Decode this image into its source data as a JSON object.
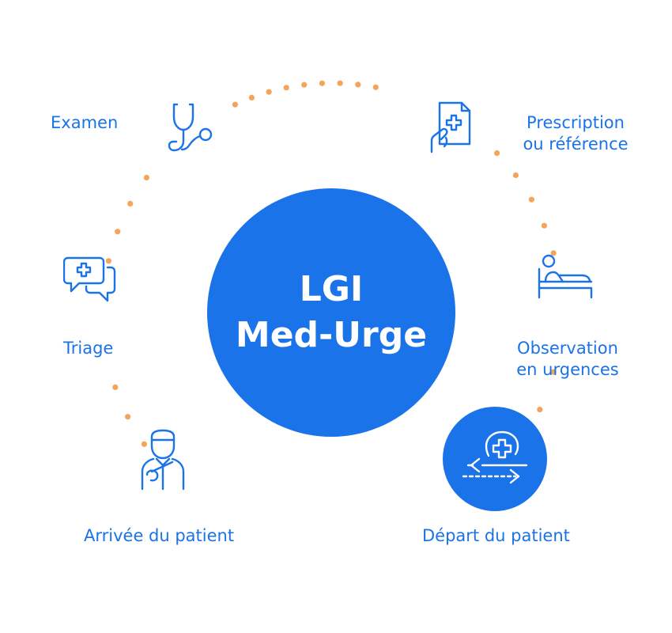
{
  "center": {
    "line1": "LGI",
    "line2": "Med-Urge"
  },
  "steps": {
    "examen": {
      "label": "Examen",
      "icon": "stethoscope-icon"
    },
    "prescription": {
      "line1": "Prescription",
      "line2": "ou référence",
      "icon": "medical-document-icon"
    },
    "observation": {
      "line1": "Observation",
      "line2": "en urgences",
      "icon": "hospital-bed-icon"
    },
    "depart": {
      "label": "Départ du patient",
      "icon": "discharge-arrows-icon"
    },
    "arrivee": {
      "label": "Arrivée du patient",
      "icon": "injured-patient-icon"
    },
    "triage": {
      "label": "Triage",
      "icon": "medical-chat-icon"
    }
  },
  "colors": {
    "primary": "#1a73e8",
    "dots": "#f4a55a",
    "background": "#ffffff"
  }
}
